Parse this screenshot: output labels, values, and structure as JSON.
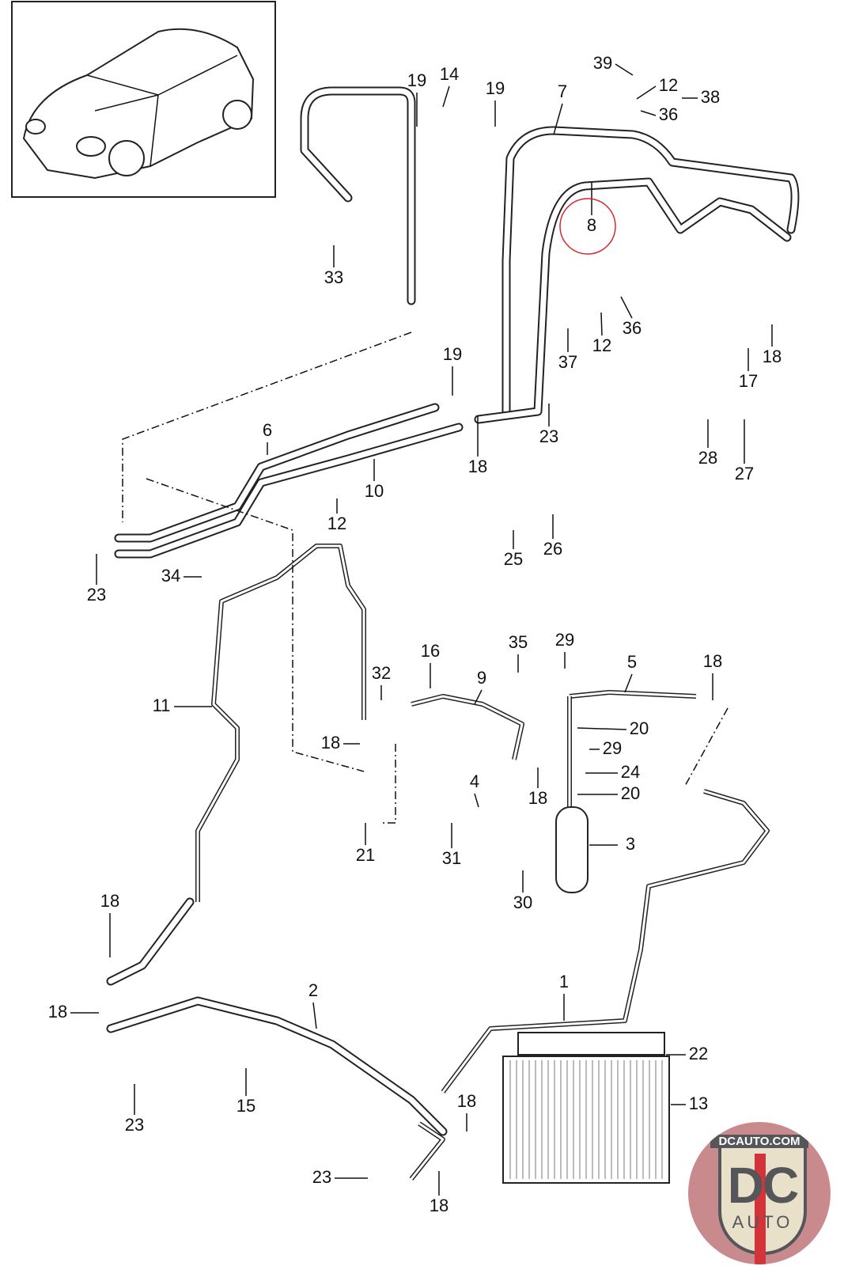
{
  "diagram": {
    "part_labels": [
      "19",
      "14",
      "19",
      "7",
      "39",
      "12",
      "38",
      "36",
      "8",
      "33",
      "19",
      "36",
      "12",
      "37",
      "18",
      "17",
      "6",
      "10",
      "18",
      "23",
      "28",
      "27",
      "12",
      "25",
      "26",
      "23",
      "34",
      "16",
      "35",
      "29",
      "5",
      "18",
      "32",
      "9",
      "11",
      "20",
      "29",
      "18",
      "24",
      "20",
      "4",
      "18",
      "3",
      "21",
      "31",
      "30",
      "18",
      "1",
      "2",
      "18",
      "22",
      "13",
      "15",
      "18",
      "23",
      "23",
      "18"
    ],
    "highlighted_part": "8",
    "highlight_color": "#d9262c"
  },
  "logo": {
    "text_top": "DCAUTO.COM",
    "letters": "DC",
    "text_bottom": "AUTO",
    "colors": {
      "shield": "#e8e0c8",
      "letters": "#55565a",
      "stripe": "#d3343a",
      "background": "#c98a8e"
    }
  }
}
